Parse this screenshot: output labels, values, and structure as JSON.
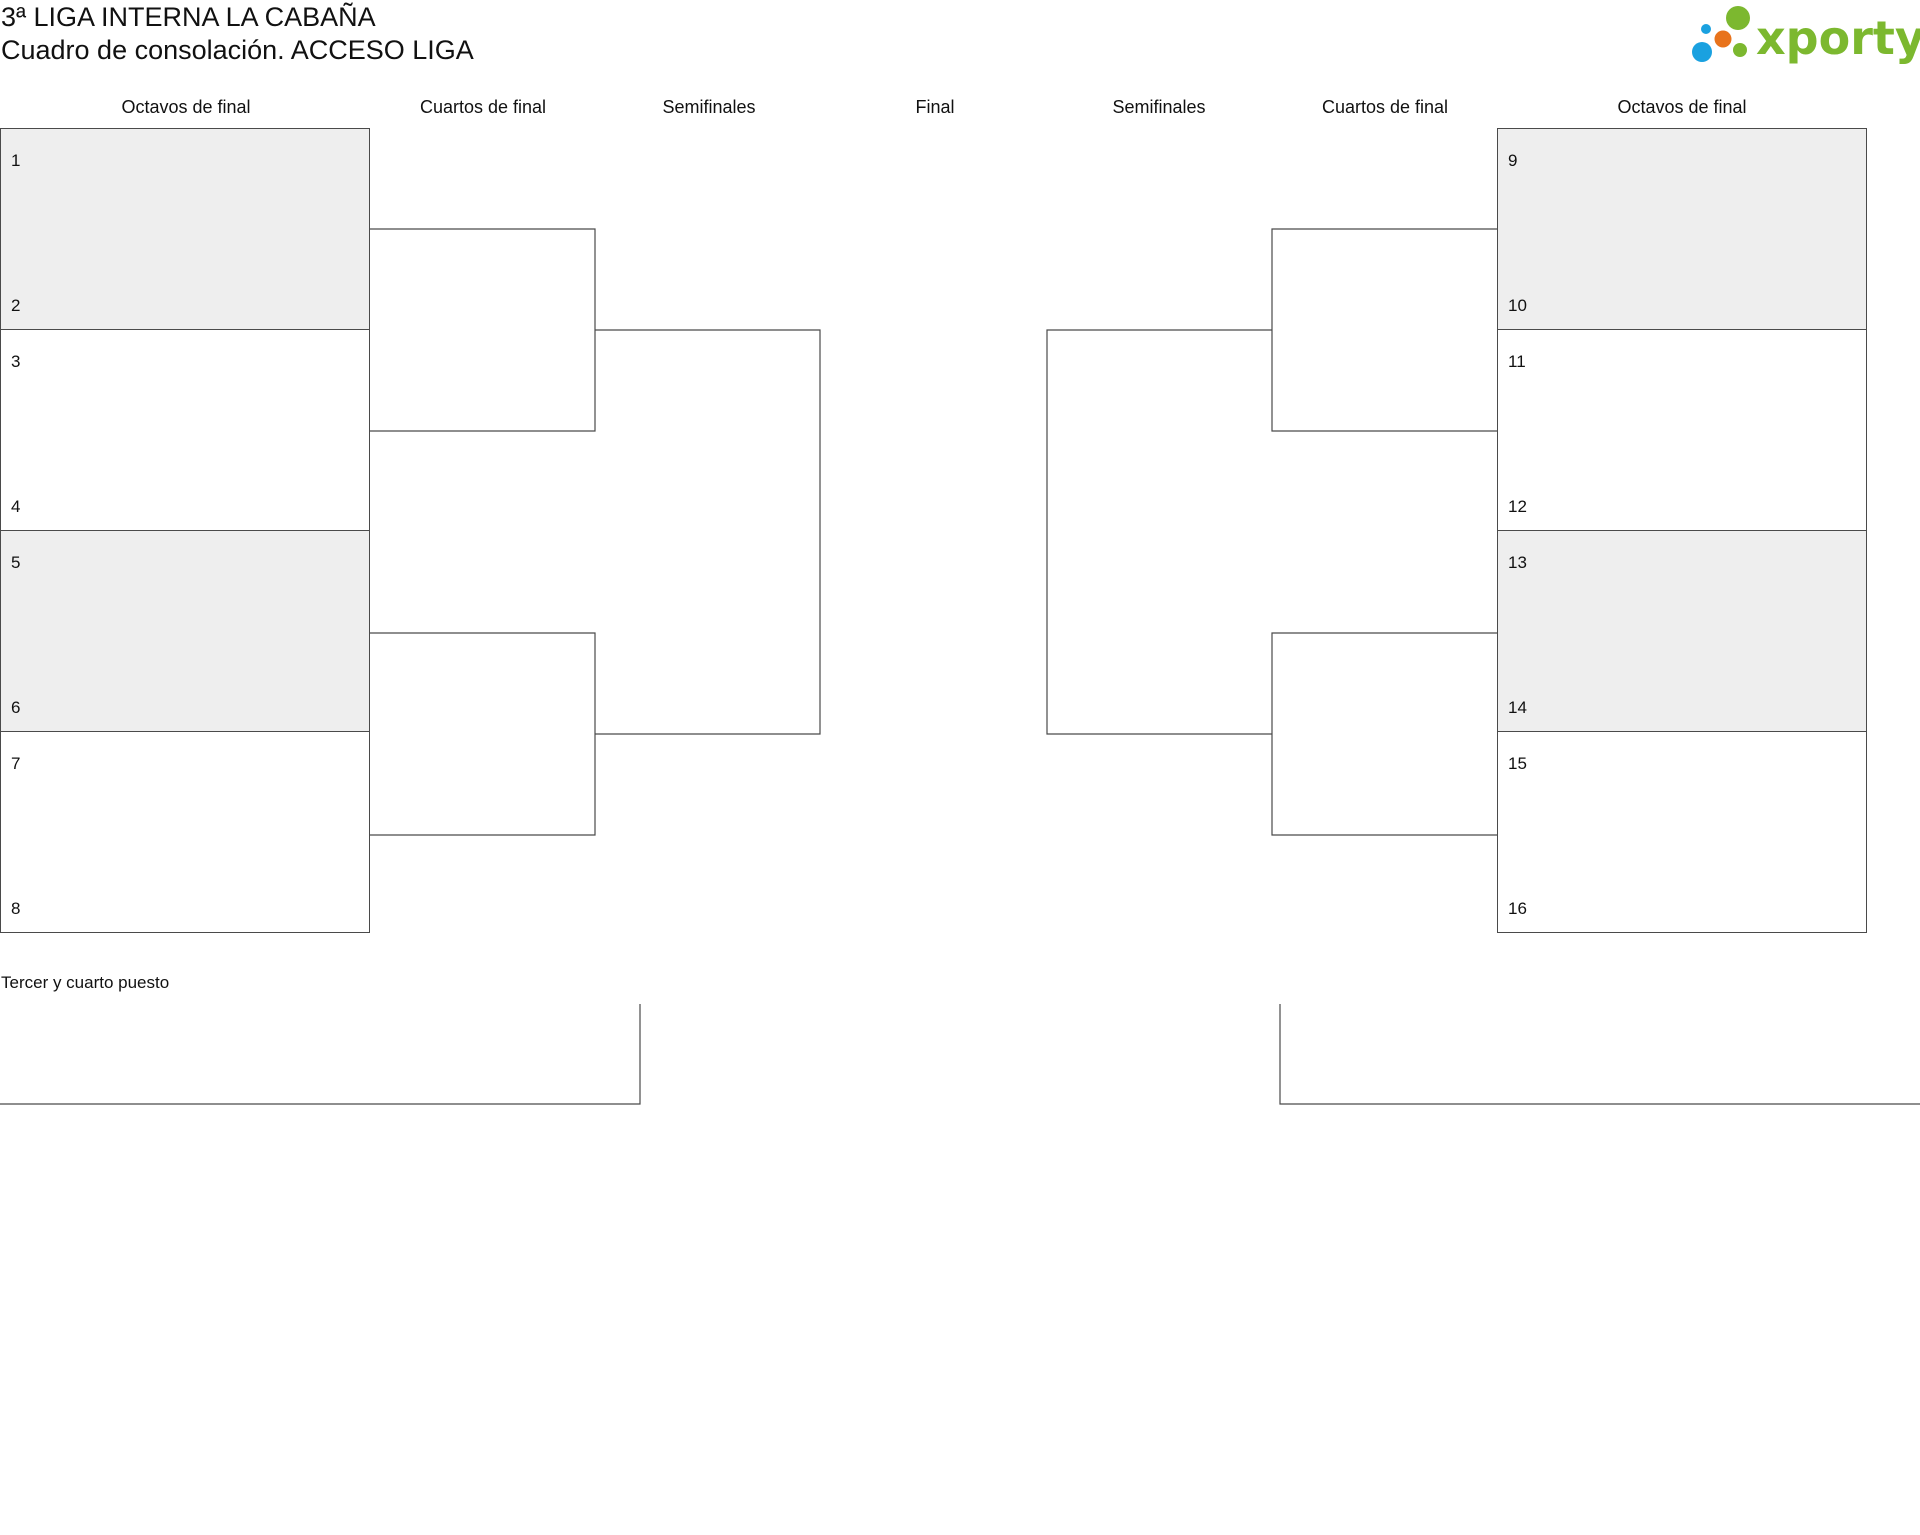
{
  "header": {
    "title": "3ª LIGA INTERNA LA CABAÑA",
    "subtitle": "Cuadro de consolación. ACCESO LIGA"
  },
  "logo": {
    "text": "xporty",
    "colors": {
      "green": "#7cb82f",
      "orange": "#e8731c",
      "blue": "#1aa1e0"
    }
  },
  "rounds": {
    "left": [
      "Octavos de final",
      "Cuartos de final",
      "Semifinales"
    ],
    "center": "Final",
    "right": [
      "Semifinales",
      "Cuartos de final",
      "Octavos de final"
    ]
  },
  "left_slots": [
    {
      "top_seed": "1",
      "bottom_seed": "2"
    },
    {
      "top_seed": "3",
      "bottom_seed": "4"
    },
    {
      "top_seed": "5",
      "bottom_seed": "6"
    },
    {
      "top_seed": "7",
      "bottom_seed": "8"
    }
  ],
  "right_slots": [
    {
      "top_seed": "9",
      "bottom_seed": "10"
    },
    {
      "top_seed": "11",
      "bottom_seed": "12"
    },
    {
      "top_seed": "13",
      "bottom_seed": "14"
    },
    {
      "top_seed": "15",
      "bottom_seed": "16"
    }
  ],
  "third_place": {
    "label": "Tercer y cuarto puesto"
  },
  "colors": {
    "line": "#4a4a4a",
    "shade": "#eeeeee"
  }
}
